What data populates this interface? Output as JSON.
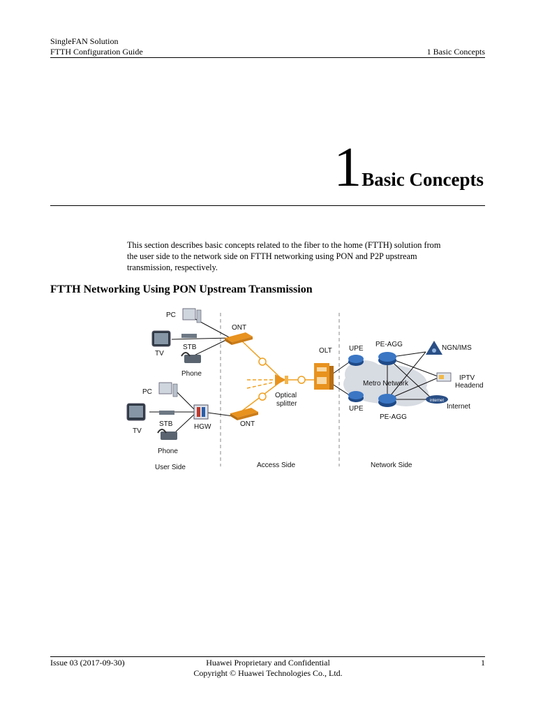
{
  "header": {
    "product": "SingleFAN Solution",
    "guide": "FTTH Configuration Guide",
    "chapter_ref": "1 Basic Concepts"
  },
  "chapter": {
    "number": "1",
    "title": "Basic Concepts"
  },
  "intro": {
    "lines": [
      "This section describes basic concepts related to the fiber to the home (FTTH) solution from",
      "the user side to the network side on FTTH networking using PON and P2P upstream",
      "transmission, respectively."
    ]
  },
  "section": {
    "heading": "FTTH Networking Using PON Upstream Transmission"
  },
  "diagram": {
    "labels": {
      "pc_top": "PC",
      "tv_top": "TV",
      "stb_top": "STB",
      "phone_top": "Phone",
      "ont_top": "ONT",
      "pc_bottom": "PC",
      "tv_bottom": "TV",
      "stb_bottom": "STB",
      "phone_bottom": "Phone",
      "hgw": "HGW",
      "ont_bottom": "ONT",
      "optical": "Optical",
      "splitter": "splitter",
      "olt": "OLT",
      "upe_top": "UPE",
      "upe_bottom": "UPE",
      "pe_agg_top": "PE-AGG",
      "pe_agg_bottom": "PE-AGG",
      "metro": "Metro Network",
      "ngn": "NGN/IMS",
      "iptv": "IPTV",
      "headend": "Headend",
      "internet": "Internet",
      "internet_icon": "internet",
      "user_side": "User Side",
      "access_side": "Access Side",
      "network_side": "Network Side"
    },
    "colors": {
      "fiber": "#f0a020",
      "device_orange": "#e8921f",
      "router_blue": "#2a5ea8",
      "cloud": "#d7dbe2"
    }
  },
  "footer": {
    "issue": "Issue 03 (2017-09-30)",
    "confidential": "Huawei Proprietary and Confidential",
    "copyright": "Copyright © Huawei Technologies Co., Ltd.",
    "page": "1"
  }
}
